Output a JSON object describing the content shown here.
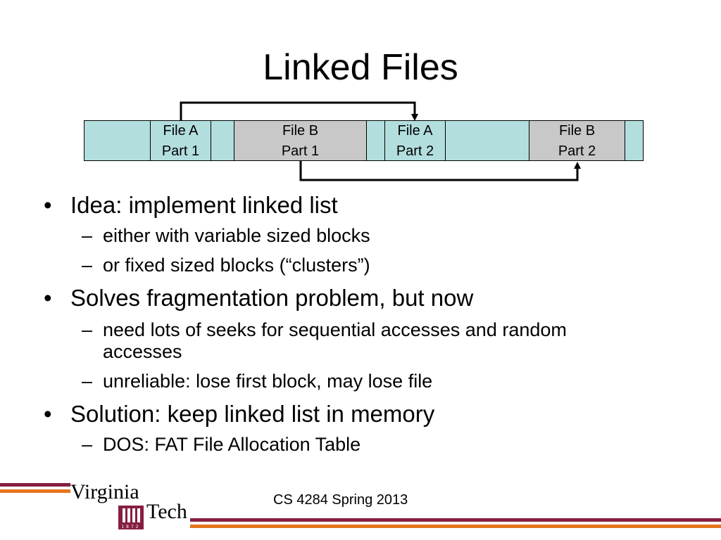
{
  "slide": {
    "title": "Linked Files"
  },
  "diagram": {
    "blocks": [
      {
        "line1": "",
        "line2": "",
        "kind": "free"
      },
      {
        "line1": "File A",
        "line2": "Part 1",
        "kind": "free"
      },
      {
        "line1": "",
        "line2": "",
        "kind": "free"
      },
      {
        "line1": "File B",
        "line2": "Part 1",
        "kind": "used"
      },
      {
        "line1": "",
        "line2": "",
        "kind": "free"
      },
      {
        "line1": "File A",
        "line2": "Part 2",
        "kind": "free"
      },
      {
        "line1": "",
        "line2": "",
        "kind": "free"
      },
      {
        "line1": "File B",
        "line2": "Part 2",
        "kind": "used"
      },
      {
        "line1": "",
        "line2": "",
        "kind": "free"
      }
    ],
    "colors": {
      "free": "#b3dede",
      "used": "#c8c8c8",
      "arrow": "#000000"
    }
  },
  "bullets": [
    {
      "text": "Idea: implement linked list",
      "sub": [
        "either with variable sized blocks",
        "or fixed sized blocks (“clusters”)"
      ]
    },
    {
      "text": "Solves fragmentation problem, but now",
      "sub": [
        "need lots of seeks for sequential accesses and random accesses",
        "unreliable: lose first block, may lose file"
      ]
    },
    {
      "text": "Solution: keep linked list in memory",
      "sub": [
        "DOS: FAT File Allocation Table"
      ]
    }
  ],
  "footer": {
    "text": "CS 4284 Spring 2013",
    "logo_word1": "Virginia",
    "logo_word2": "Tech",
    "seal_years": "1872",
    "colors": {
      "maroon": "#861f41",
      "orange": "#e5751f"
    }
  }
}
